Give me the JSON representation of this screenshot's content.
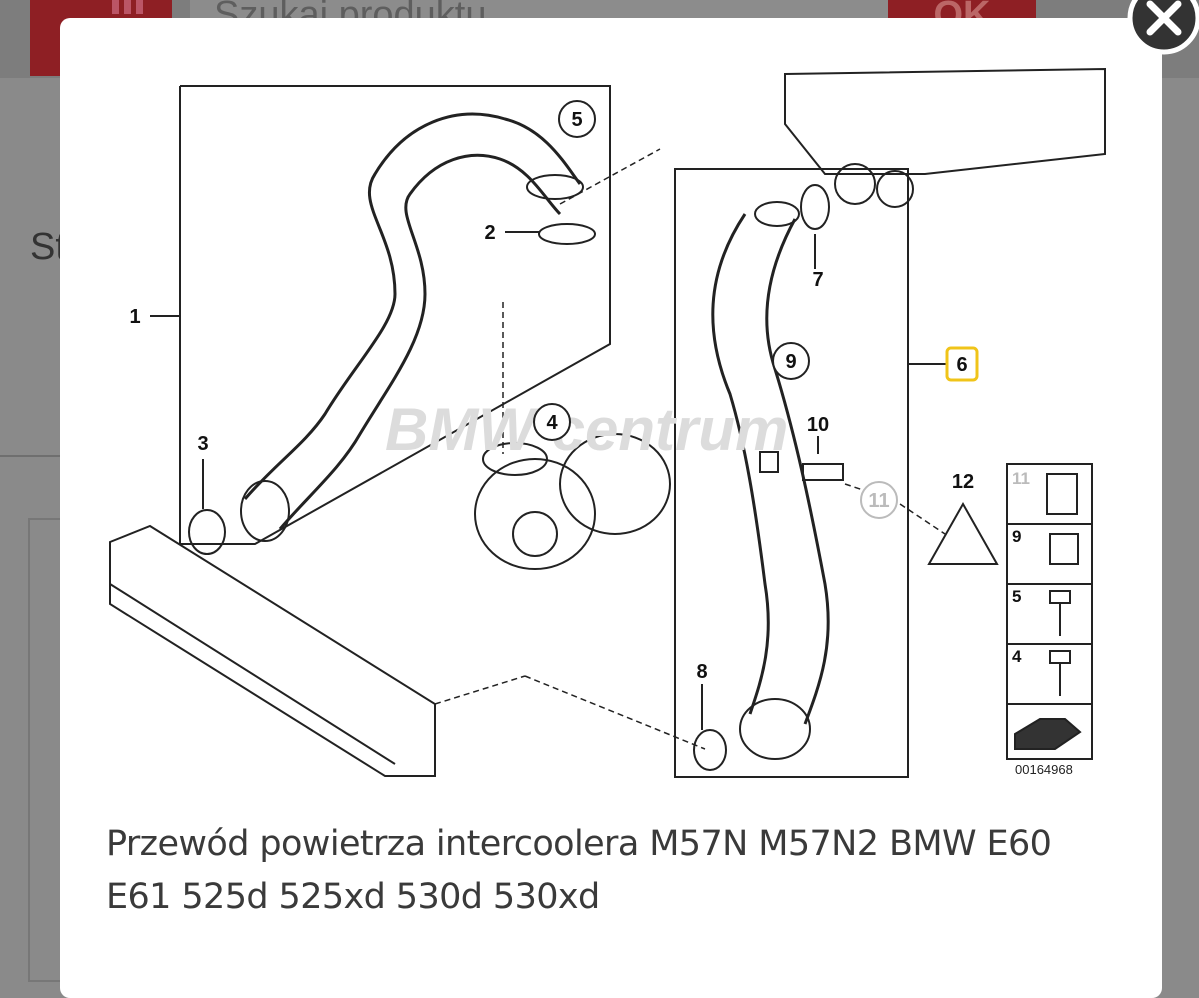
{
  "background": {
    "search_placeholder": "Szukaj produktu",
    "ok_label": "OK",
    "partial_text": "St"
  },
  "modal": {
    "caption": "Przewód powietrza intercoolera M57N M57N2 BMW E60 E61 525d 525xd 530d 530xd",
    "watermark": "BMW centrum",
    "diagram_code": "00164968",
    "callouts": [
      "1",
      "2",
      "3",
      "4",
      "5",
      "6",
      "7",
      "8",
      "9",
      "10",
      "11",
      "12"
    ],
    "legend_numbers": [
      "11",
      "9",
      "5",
      "4"
    ],
    "close_icon": "close-x-icon"
  },
  "colors": {
    "brand_red": "#8e1f24",
    "highlight_yellow": "#f0c419"
  }
}
